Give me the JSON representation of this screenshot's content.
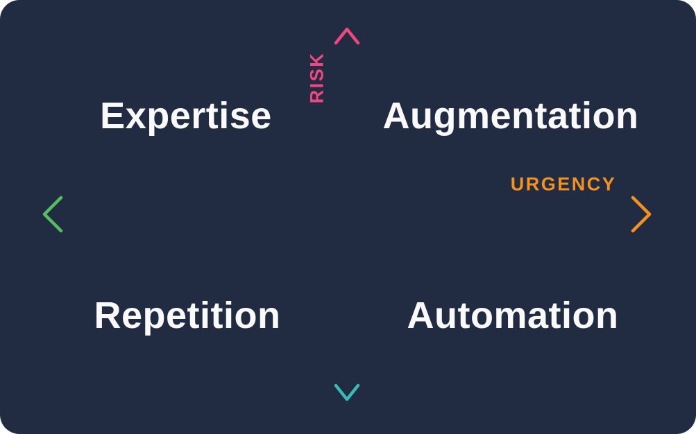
{
  "colors": {
    "page_background": "#FFFFFF",
    "background": "#212C43",
    "quadrant_text": "#FAFAFC",
    "risk_text": "#F2477E",
    "urgency_text": "#F5921E",
    "axis_vertical_top": "#F2477E",
    "axis_vertical_mid": "#CFC3D9",
    "axis_vertical_bottom": "#36BCB4",
    "axis_horizontal_left": "#55BE61",
    "axis_horizontal_right": "#F5921E"
  },
  "axes": {
    "vertical_label": "RISK",
    "horizontal_label": "URGENCY"
  },
  "quadrants": {
    "top_left": "Expertise",
    "top_right": "Augmentation",
    "bottom_left": "Repetition",
    "bottom_right": "Automation"
  }
}
